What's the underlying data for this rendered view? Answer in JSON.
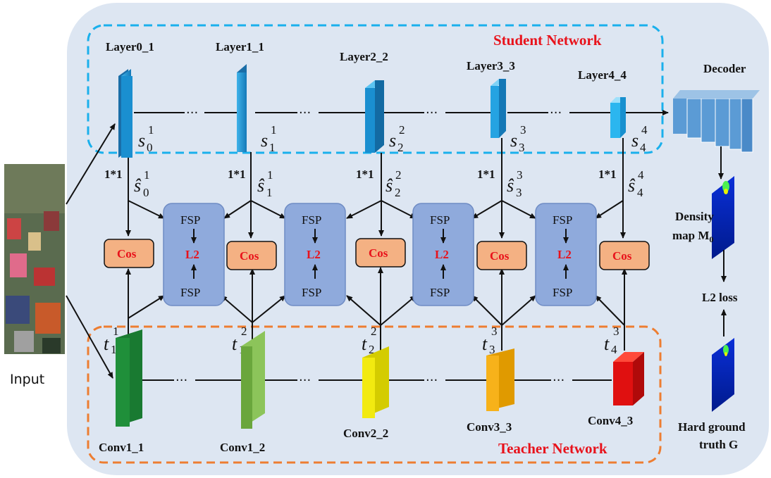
{
  "input_label": "Input",
  "student_network_label": "Student Network",
  "teacher_network_label": "Teacher Network",
  "decoder_label": "Decoder",
  "density_map_label_line1": "Density",
  "density_map_label_line2": "map M",
  "density_map_subscript": "0",
  "l2_loss_label": "L2 loss",
  "ground_truth_label_line1": "Hard ground",
  "ground_truth_label_line2": "truth G",
  "fsp_label": "FSP",
  "l2_label": "L2",
  "cos_label": "Cos",
  "conv_1x1_label": "1*1",
  "ellipsis": "···",
  "student_layers": [
    {
      "name": "Layer0_1",
      "s_sub": "0",
      "s_sup": "1"
    },
    {
      "name": "Layer1_1",
      "s_sub": "1",
      "s_sup": "1"
    },
    {
      "name": "Layer2_2",
      "s_sub": "2",
      "s_sup": "2"
    },
    {
      "name": "Layer3_3",
      "s_sub": "3",
      "s_sup": "3"
    },
    {
      "name": "Layer4_4",
      "s_sub": "4",
      "s_sup": "4"
    }
  ],
  "teacher_layers": [
    {
      "name": "Conv1_1",
      "t_sub": "1",
      "t_sup": "1",
      "color": "#1f8f3a"
    },
    {
      "name": "Conv1_2",
      "t_sub": "1",
      "t_sup": "2",
      "color": "#7ab648"
    },
    {
      "name": "Conv2_2",
      "t_sub": "2",
      "t_sup": "2",
      "color": "#e8e000"
    },
    {
      "name": "Conv3_3",
      "t_sub": "3",
      "t_sup": "3",
      "color": "#f0a800"
    },
    {
      "name": "Conv4_3",
      "t_sub": "4",
      "t_sup": "3",
      "color": "#e01010"
    }
  ],
  "colors": {
    "panel": "#dde6f2",
    "student_dash": "#1ab0ec",
    "teacher_dash": "#ed7d31",
    "fsp_box": "#8faadc",
    "cos_box": "#f4b183",
    "student_block": "#1a8fd0",
    "red": "#e8121b"
  }
}
